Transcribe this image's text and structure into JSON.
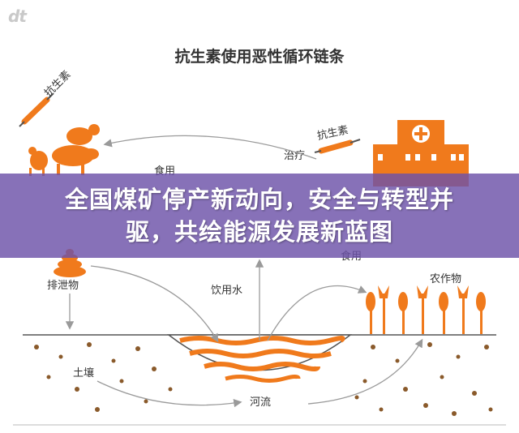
{
  "watermark": "dt",
  "diagram": {
    "title": "抗生素使用恶性循环链条",
    "labels": {
      "antibiotic_top": "抗生素",
      "antibiotic_right": "抗生素",
      "treatment": "治疗",
      "food_left": "食用",
      "food_right": "食用",
      "excrement": "排泄物",
      "drinking_water": "饮用水",
      "crops": "农作物",
      "soil": "土壤",
      "river": "河流"
    }
  },
  "banner": {
    "line1": "全国煤矿停产新动向，安全与转型并",
    "line2": "驱，共绘能源发展新蓝图"
  },
  "colors": {
    "orange": "#F07A1C",
    "banner": "#6C52A8",
    "line": "#9a9a9a",
    "soil_dot": "#8a5a2b"
  }
}
